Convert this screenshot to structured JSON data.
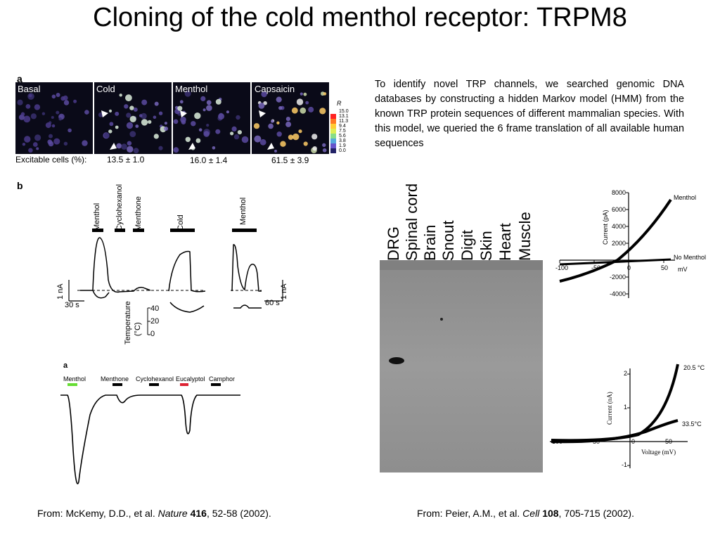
{
  "slide": {
    "title": "Cloning of the cold menthol receptor: TRPM8"
  },
  "figure_a_top": {
    "letter": "a",
    "panels": [
      "Basal",
      "Cold",
      "Menthol",
      "Capsaicin"
    ],
    "scale_label": "R",
    "scale_values": [
      "15.0",
      "13.1",
      "11.3",
      "9.4",
      "7.5",
      "5.6",
      "3.8",
      "1.9",
      "0.0"
    ],
    "excitable_label": "Excitable cells (%):",
    "excitable_values": [
      "13.5 ± 1.0",
      "16.0 ± 1.4",
      "61.5 ± 3.9"
    ]
  },
  "figure_b": {
    "letter": "b",
    "stimuli": [
      "Menthol",
      "Cyclohexanol",
      "Menthone",
      "Cold",
      "Menthol"
    ],
    "current_scale_left": "1 nA",
    "current_scale_right": "1 nA",
    "time_scale_left": "30 s",
    "time_scale_right": "60 s",
    "temperature_label": "Temperature",
    "temperature_unit": "(°C)",
    "temperature_ticks": [
      "40",
      "20",
      "0"
    ]
  },
  "figure_a_bottom": {
    "letter": "a",
    "compounds": [
      {
        "name": "Menthol",
        "color": "#66dd33"
      },
      {
        "name": "Menthone",
        "color": "#000000"
      },
      {
        "name": "Cyclohexanol",
        "color": "#000000"
      },
      {
        "name": "Eucalyptol",
        "color": "#dd2233"
      },
      {
        "name": "Camphor",
        "color": "#000000"
      }
    ]
  },
  "intro_text": "To identify novel TRP channels, we searched genomic DNA databases by constructing a hidden Markov model (HMM) from the known TRP protein sequences of different mammalian species. With this model, we queried the 6 frame translation of all available human sequences",
  "northern_blot": {
    "lanes": [
      "DRG",
      "Spinal cord",
      "Brain",
      "Snout",
      "Digit",
      "Skin",
      "Heart",
      "Muscle"
    ]
  },
  "iv_plot_top": {
    "ylabel": "Current (pA)",
    "xlabel": "mV",
    "y_ticks": [
      "8000",
      "6000",
      "4000",
      "2000",
      "-2000",
      "-4000"
    ],
    "x_ticks": [
      "-100",
      "-50",
      "0",
      "50"
    ],
    "series": [
      "Menthol",
      "No Menthol"
    ]
  },
  "iv_plot_bottom": {
    "ylabel": "Current (nA)",
    "xlabel": "Voltage (mV)",
    "y_ticks": [
      "2",
      "1",
      "-1"
    ],
    "x_ticks": [
      "-100",
      "-50",
      "0",
      "50"
    ],
    "series": [
      "20.5 °C",
      "33.5°C"
    ]
  },
  "citations": {
    "left": {
      "authors": "From: McKemy, D.D., et al. ",
      "journal": "Nature",
      "volume": "416",
      "pages": ", 52-58 (2002)."
    },
    "right": {
      "authors": "From: Peier, A.M., et al. ",
      "journal": "Cell",
      "volume": "108",
      "pages": ", 705-715 (2002)."
    }
  }
}
